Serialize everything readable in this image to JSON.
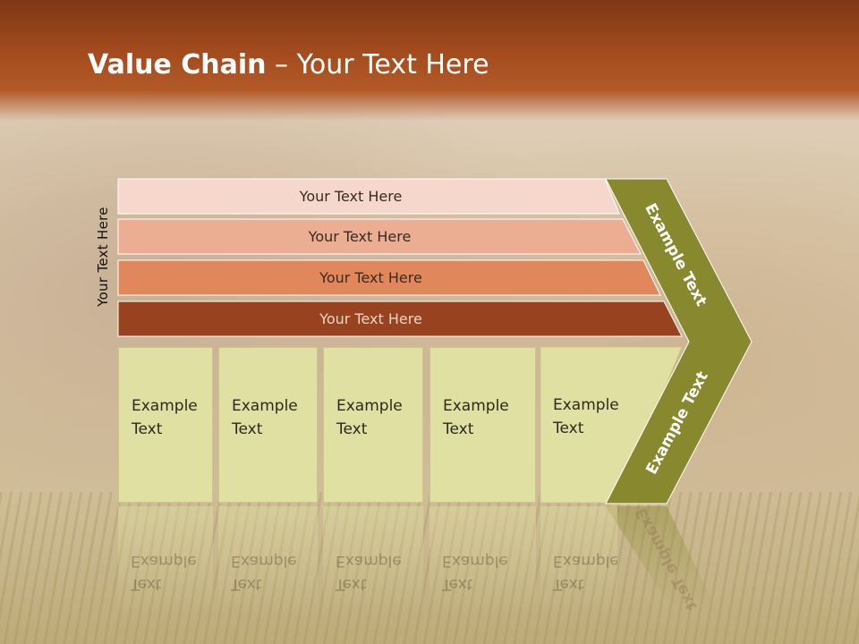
{
  "title": {
    "bold": "Value Chain",
    "rest": " – Your Text Here"
  },
  "side_label": "Your Text Here",
  "bars": [
    {
      "label": "Your Text Here",
      "color": "#f5d8cb"
    },
    {
      "label": "Your Text Here",
      "color": "#ebae92"
    },
    {
      "label": "Your Text Here",
      "color": "#e0875c"
    },
    {
      "label": "Your Text Here",
      "color": "#984220"
    }
  ],
  "columns": [
    {
      "line1": "Example",
      "line2": "Text"
    },
    {
      "line1": "Example",
      "line2": "Text"
    },
    {
      "line1": "Example",
      "line2": "Text"
    },
    {
      "line1": "Example",
      "line2": "Text"
    },
    {
      "line1": "Example",
      "line2": "Text"
    }
  ],
  "chevron": {
    "top_label": "Example Text",
    "bottom_label": "Example Text",
    "color": "#88892e"
  },
  "colors": {
    "header": "#a44c1e",
    "column_fill": "#dfe0a2"
  }
}
